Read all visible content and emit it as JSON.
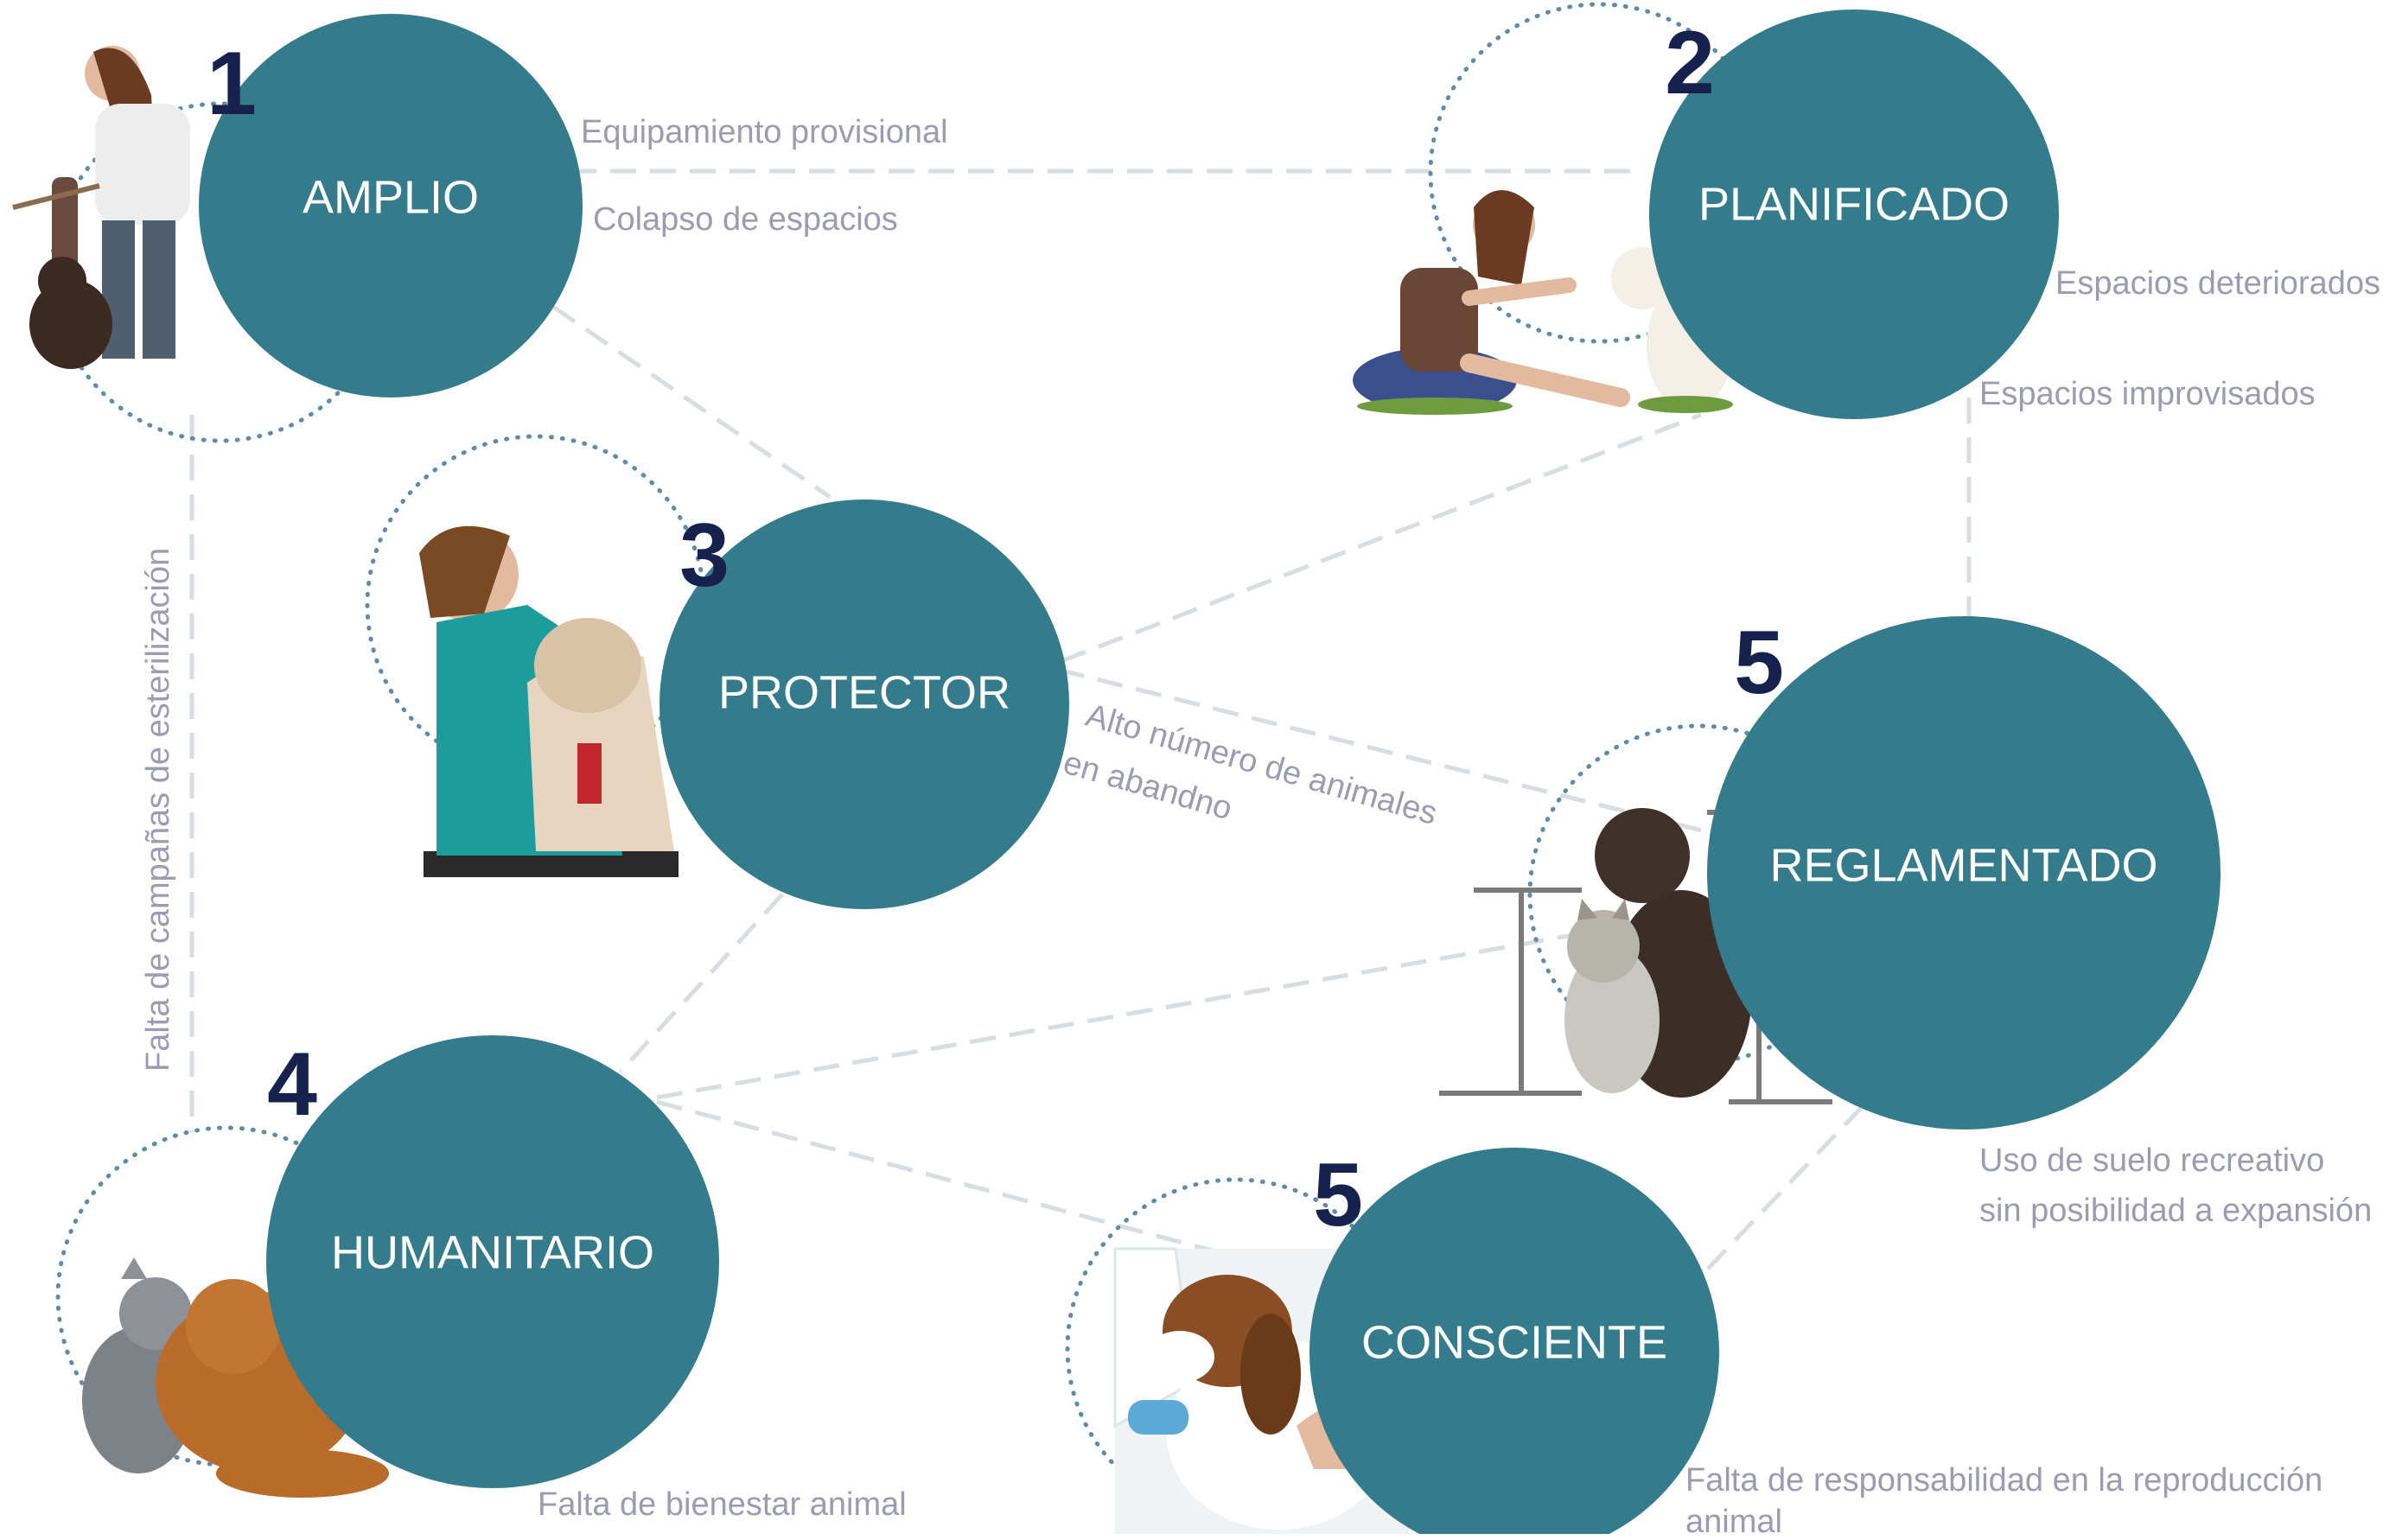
{
  "nodes": [
    {
      "id": "amplio",
      "number": "1",
      "label": "AMPLIO"
    },
    {
      "id": "planificado",
      "number": "2",
      "label": "PLANIFICADO"
    },
    {
      "id": "protector",
      "number": "3",
      "label": "PROTECTOR"
    },
    {
      "id": "humanitario",
      "number": "4",
      "label": "HUMANITARIO"
    },
    {
      "id": "reglamentado",
      "number": "5",
      "label": "REGLAMENTADO"
    },
    {
      "id": "consciente",
      "number": "5",
      "label": "CONSCIENTE"
    }
  ],
  "issues": {
    "equipamiento": "Equipamiento provisional",
    "colapso": "Colapso de espacios",
    "deteriorados": "Espacios deteriorados",
    "improvisados": "Espacios improvisados",
    "esterilizacion": "Falta de campañas de esterilización",
    "abandono_line1": "Alto número de animales",
    "abandono_line2": "en abandno",
    "suelo_line1": "Uso de suelo recreativo",
    "suelo_line2": "sin posibilidad a expansión",
    "bienestar": "Falta de bienestar animal",
    "responsabilidad_line1": "Falta de responsabilidad en la reproducción",
    "responsabilidad_line2": "animal"
  },
  "photos": [
    {
      "node": "amplio",
      "subject": "girl-walking-dog"
    },
    {
      "node": "planificado",
      "subject": "woman-high-five-dog"
    },
    {
      "node": "protector",
      "subject": "vet-with-french-bulldog"
    },
    {
      "node": "humanitario",
      "subject": "cat-and-dog-cuddling"
    },
    {
      "node": "reglamentado",
      "subject": "dog-and-cat-sitting"
    },
    {
      "node": "consciente",
      "subject": "beagle-vaccination"
    }
  ],
  "colors": {
    "node": "#347b8c",
    "number": "#17214d",
    "text": "#9b9cb2",
    "connector": "#d9dce0",
    "ring": "#5f8bab"
  }
}
